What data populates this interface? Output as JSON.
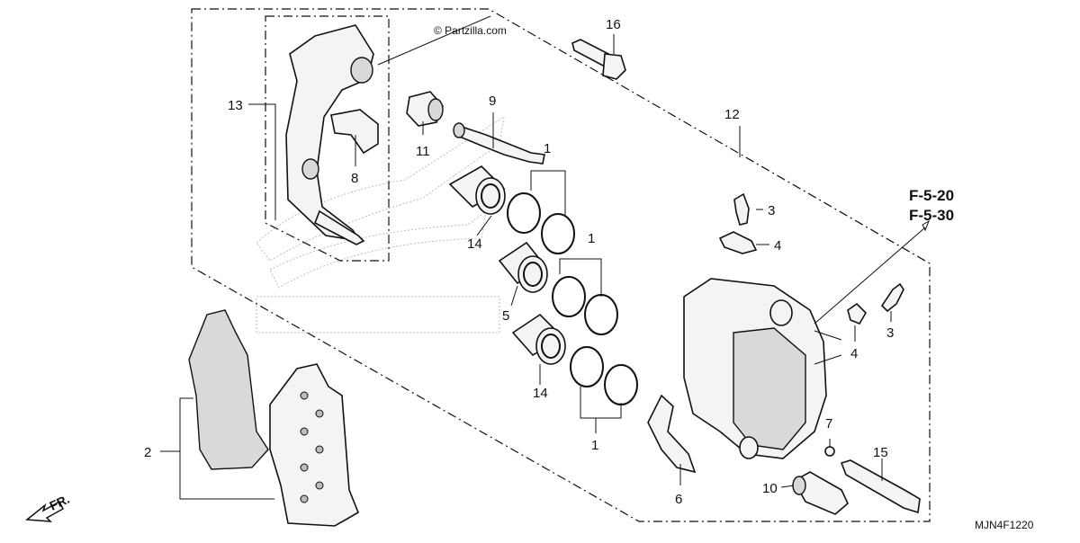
{
  "watermark_text": "© Partzilla.com",
  "diagram_code": "MJN4F1220",
  "front_indicator": "FR.",
  "references": [
    "F-5-20",
    "F-5-30"
  ],
  "callouts": {
    "c1a": "1",
    "c1b": "1",
    "c1c": "1",
    "c2": "2",
    "c3a": "3",
    "c3b": "3",
    "c4a": "4",
    "c4b": "4",
    "c5": "5",
    "c6": "6",
    "c7": "7",
    "c8": "8",
    "c9": "9",
    "c10": "10",
    "c11": "11",
    "c12": "12",
    "c13": "13",
    "c14a": "14",
    "c14b": "14",
    "c15": "15",
    "c16": "16"
  }
}
